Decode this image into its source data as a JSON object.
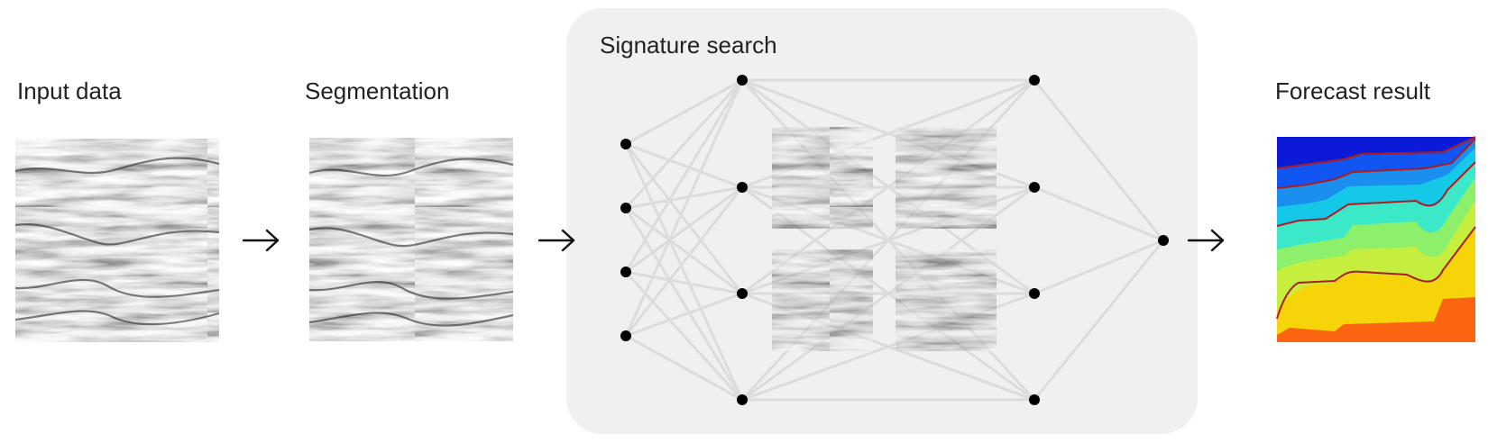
{
  "stages": {
    "input": {
      "label": "Input data"
    },
    "segmentation": {
      "label": "Segmentation"
    },
    "search": {
      "label": "Signature search"
    },
    "result": {
      "label": "Forecast result"
    }
  },
  "colors": {
    "panel": "#f0f0f0",
    "edge": "#dcdcdc",
    "node": "#000000",
    "arrow": "#111111",
    "horizon_line": "#b01c1c",
    "result_bands": [
      "#0a1ad6",
      "#1156f2",
      "#1a8ff0",
      "#16c8e8",
      "#3be8c8",
      "#8cf06a",
      "#c6ee3e",
      "#f6d40a",
      "#fb6410",
      "#a81830"
    ]
  },
  "icons": [
    "arrow-right-icon",
    "network-node-icon",
    "seismic-image-icon"
  ]
}
